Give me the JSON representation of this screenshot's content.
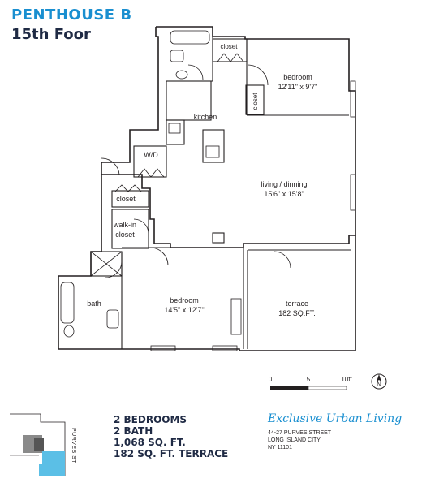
{
  "header": {
    "unit": "PENTHOUSE  B",
    "floor": "15th Foor"
  },
  "rooms": {
    "closet_top": "closet",
    "bedroom1": "bedroom",
    "bedroom1_size": "12'11\" x 9'7\"",
    "closet_side": "closet",
    "kitchen": "kitchen",
    "wd": "W/D",
    "living": "living / dinning",
    "living_size": "15'6\" x 15'8\"",
    "closet_mid": "closet",
    "walkin_line1": "walk-in",
    "walkin_line2": "closet",
    "bath": "bath",
    "bedroom2": "bedroom",
    "bedroom2_size": "14'5\" x 12'7\"",
    "terrace": "terrace",
    "terrace_size": "182 SQ.FT."
  },
  "scale": {
    "label_0": "0",
    "label_5": "5",
    "label_10": "10ft"
  },
  "compass": {
    "north": "N"
  },
  "summary": {
    "bedrooms": "2 BEDROOMS",
    "baths": "2 BATH",
    "area": "1,068 SQ. FT.",
    "terrace": "182 SQ. FT. TERRACE"
  },
  "brand": {
    "name": "Exclusive Urban Living"
  },
  "address": {
    "line1": "44-27 PURVES STREET",
    "line2": "LONG ISLAND CITY",
    "line3": "NY 11101"
  },
  "keyplan": {
    "street": "PURVES ST",
    "highlight_color": "#5bbfe6"
  },
  "colors": {
    "accent": "#1a8fd0",
    "navy": "#1f2a44",
    "wall": "#231f20"
  }
}
